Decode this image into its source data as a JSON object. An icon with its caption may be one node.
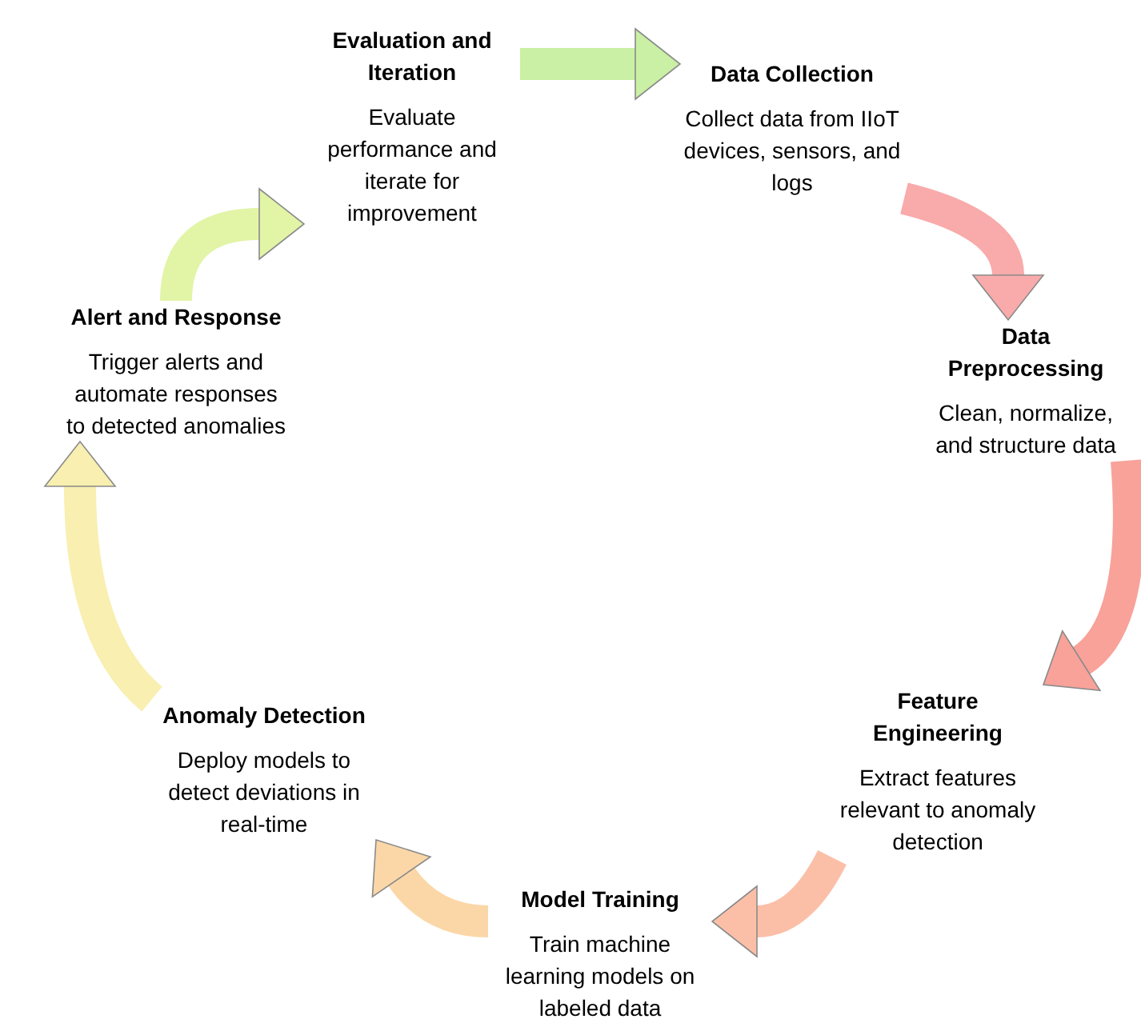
{
  "diagram": {
    "nodes": [
      {
        "text": [
          "Data Collection",
          "Collect data from IIoT devices, sensors, and logs"
        ]
      },
      {
        "text": [
          "Data Preprocessing",
          "Clean, normalize, and structure data"
        ]
      },
      {
        "text": [
          "Feature Engineering",
          "Extract features relevant to anomaly detection"
        ]
      },
      {
        "text": [
          "Model Training",
          "Train machine learning models on labeled data"
        ]
      },
      {
        "text": [
          "Anomaly Detection",
          "Deploy models to detect deviations in real-time"
        ]
      },
      {
        "text": [
          "Alert and Response",
          "Trigger alerts and automate responses to detected anomalies"
        ]
      },
      {
        "text": [
          "Evaluation and Iteration",
          "Evaluate performance and iterate for improvement"
        ]
      }
    ],
    "edges": [
      {
        "from": 6,
        "to": 0,
        "arrow": "to",
        "color": "#c9f0a4"
      },
      {
        "from": 0,
        "to": 1,
        "arrow": "to",
        "color": "#f9aaaa"
      },
      {
        "from": 1,
        "to": 2,
        "arrow": "to",
        "color": "#f8a29a"
      },
      {
        "from": 2,
        "to": 3,
        "arrow": "to",
        "color": "#fbbfa8"
      },
      {
        "from": 3,
        "to": 4,
        "arrow": "to",
        "color": "#fbd7a8"
      },
      {
        "from": 4,
        "to": 5,
        "arrow": "to",
        "color": "#f8efb0"
      },
      {
        "from": 5,
        "to": 6,
        "arrow": "to",
        "color": "#e2f4a6"
      }
    ]
  }
}
